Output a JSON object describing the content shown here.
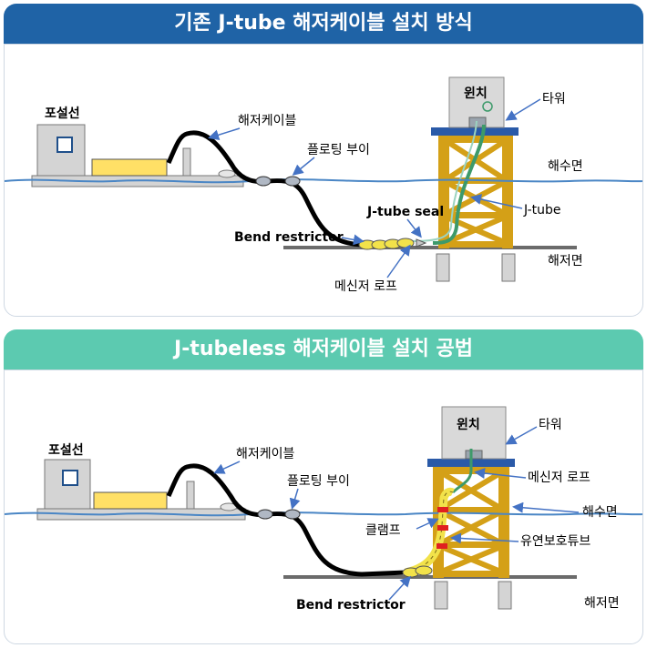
{
  "top": {
    "title": "기존 J-tube 해저케이블 설치 방식",
    "labels": {
      "vessel": "포설선",
      "cable": "해저케이블",
      "buoy": "플로팅 부이",
      "winch": "윈치",
      "tower": "타워",
      "sea_surface": "해수면",
      "jtube_seal": "J-tube seal",
      "jtube": "J-tube",
      "bend_restrictor": "Bend restrictor",
      "seabed": "해저면",
      "messenger_rope": "메신저 로프"
    }
  },
  "bottom": {
    "title": "J-tubeless 해저케이블 설치 공법",
    "labels": {
      "vessel": "포설선",
      "cable": "해저케이블",
      "buoy": "플로팅 부이",
      "winch": "윈치",
      "tower": "타워",
      "messenger_rope": "메신저 로프",
      "sea_surface": "해수면",
      "clamp": "클램프",
      "protection_tube": "유연보호튜브",
      "bend_restrictor": "Bend restrictor",
      "seabed": "해저면"
    }
  },
  "colors": {
    "banner_top": "#1f63a6",
    "banner_bottom": "#5ccab0",
    "tower": "#d4a017",
    "water": "#4a86c5",
    "arrow": "#4472c4",
    "cargo": "#ffe066",
    "restrictor": "#f2e24a"
  }
}
